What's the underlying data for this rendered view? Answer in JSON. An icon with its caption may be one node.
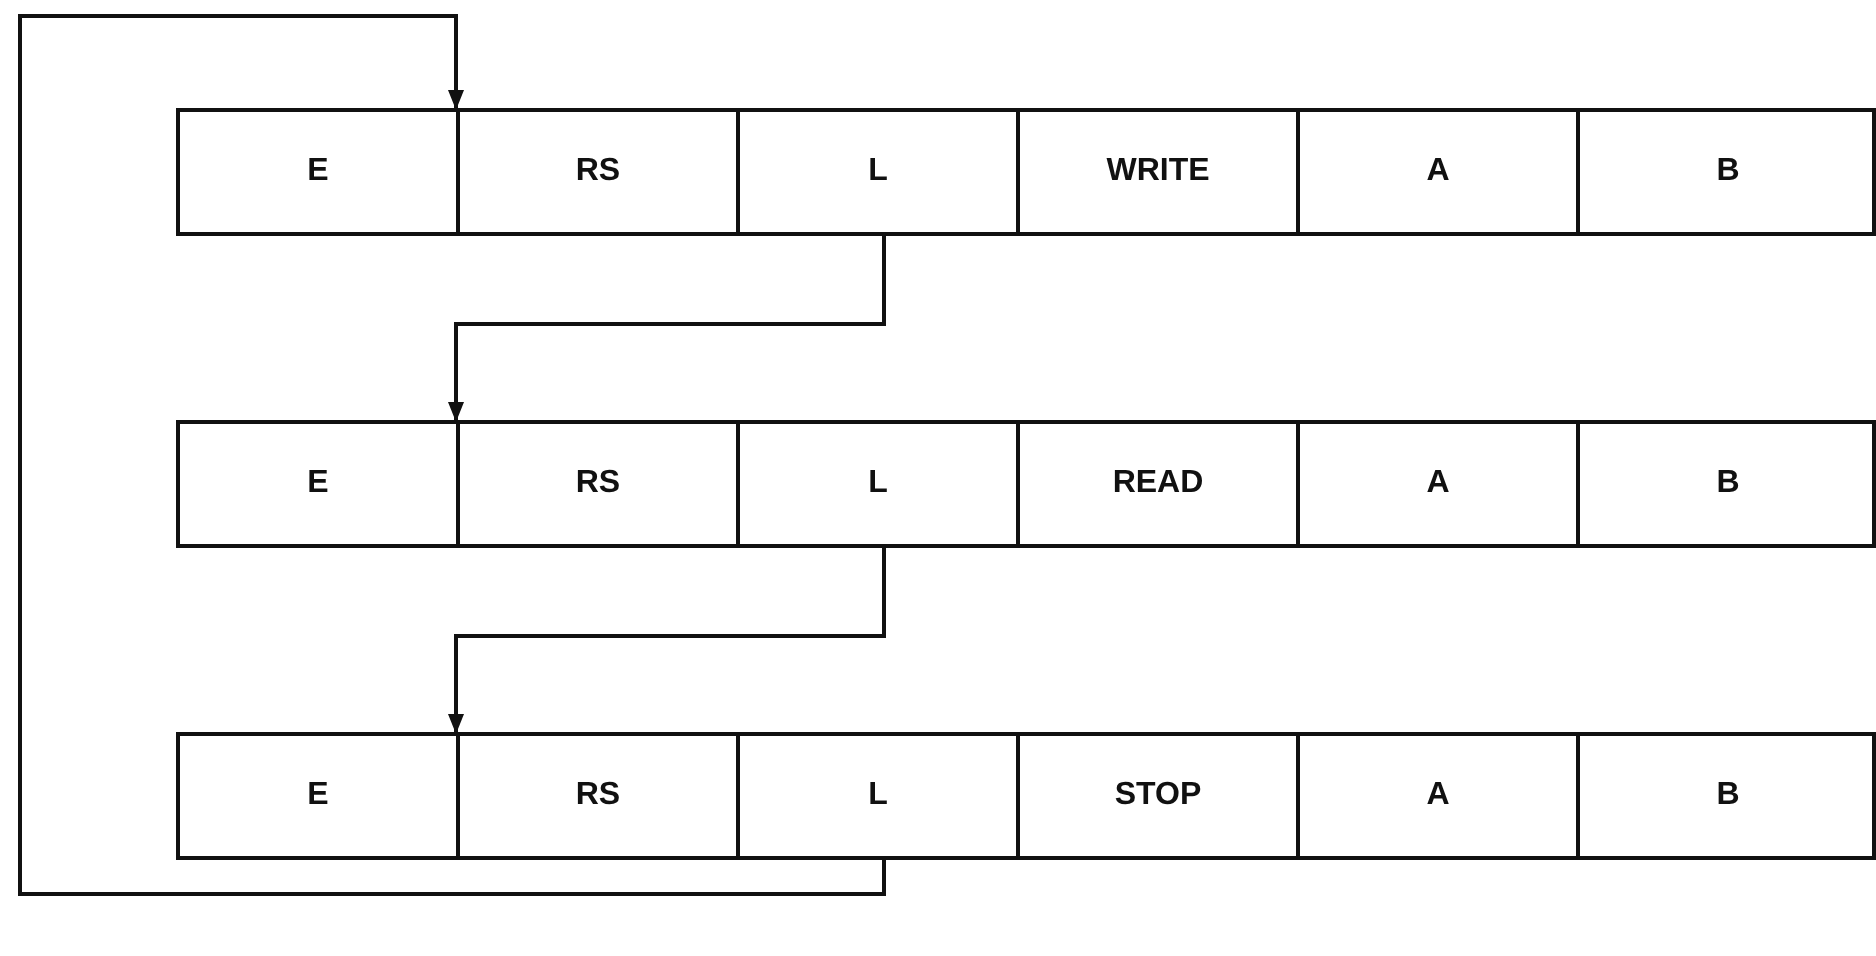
{
  "diagram": {
    "nodes": [
      {
        "text": [],
        "shape": "box"
      },
      {
        "text": [
          "E"
        ],
        "in": 0
      },
      {
        "text": [
          "RS"
        ],
        "in": 0
      },
      {
        "text": [
          "L"
        ],
        "in": 0
      },
      {
        "text": [
          "WRITE"
        ],
        "in": 0
      },
      {
        "text": [
          "A"
        ],
        "in": 0
      },
      {
        "text": [
          "B"
        ],
        "in": 0
      },
      {
        "text": [],
        "shape": "box"
      },
      {
        "text": [
          "E"
        ],
        "in": 7
      },
      {
        "text": [
          "RS"
        ],
        "in": 7
      },
      {
        "text": [
          "L"
        ],
        "in": 7
      },
      {
        "text": [
          "READ"
        ],
        "in": 7
      },
      {
        "text": [
          "A"
        ],
        "in": 7
      },
      {
        "text": [
          "B"
        ],
        "in": 7
      },
      {
        "text": [],
        "shape": "box"
      },
      {
        "text": [
          "E"
        ],
        "in": 14
      },
      {
        "text": [
          "RS"
        ],
        "in": 14
      },
      {
        "text": [
          "L"
        ],
        "in": 14
      },
      {
        "text": [
          "STOP"
        ],
        "in": 14
      },
      {
        "text": [
          "A"
        ],
        "in": 14
      },
      {
        "text": [
          "B"
        ],
        "in": 14
      }
    ],
    "edges": [
      {
        "from": 3,
        "to": 7,
        "arrow": "to"
      },
      {
        "from": 10,
        "to": 14,
        "arrow": "to"
      },
      {
        "from": 17,
        "to": 0,
        "arrow": "to"
      }
    ]
  }
}
